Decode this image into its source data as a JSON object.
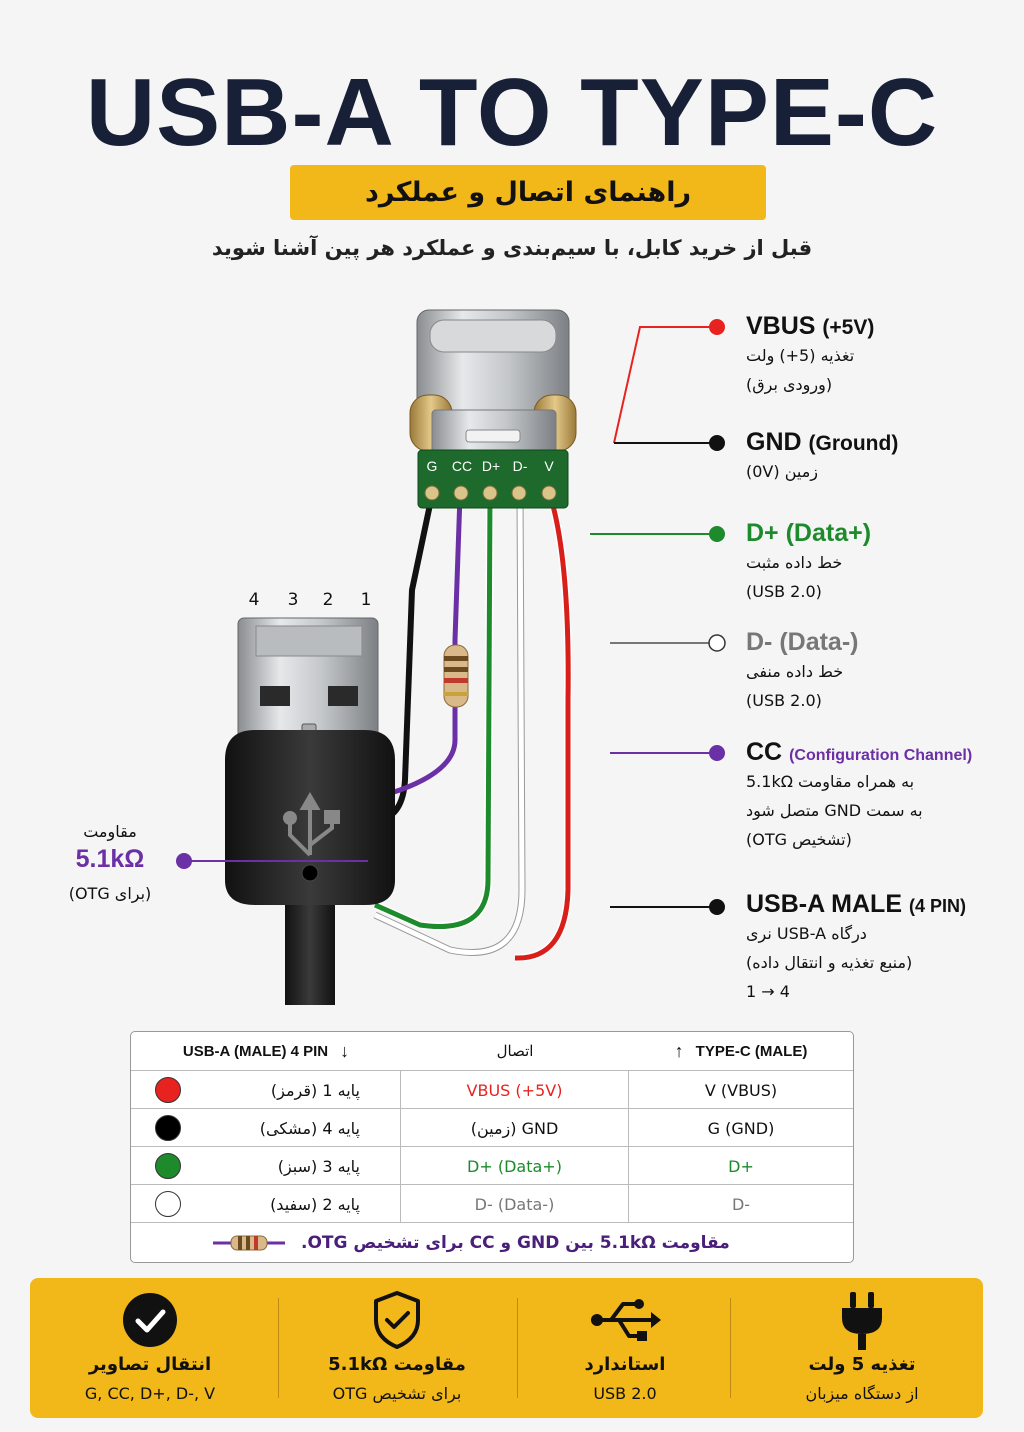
{
  "title": "USB-A TO TYPE-C",
  "subtitle": "راهنمای اتصال و عملکرد",
  "intro": "قبل از خرید کابل، با سیم‌بندی و عملکرد هر پین آشنا شوید",
  "typec_pads": [
    "G",
    "CC",
    "D+",
    "D-",
    "V"
  ],
  "usba_pin_numbers": [
    "4",
    "3",
    "2",
    "1"
  ],
  "pins": [
    {
      "title": "VBUS",
      "suffix": "(+5V)",
      "lines": [
        "تغذیه (5+) ولت",
        "(ورودی برق)"
      ],
      "color": "#e8231f"
    },
    {
      "title": "GND",
      "suffix": "(Ground)",
      "lines": [
        "زمین (0V)"
      ],
      "color": "#111111"
    },
    {
      "title": "D+ (Data+)",
      "suffix": "",
      "lines": [
        "خط داده مثبت",
        "(USB 2.0)"
      ],
      "color": "#1d8a2c"
    },
    {
      "title": "D- (Data-)",
      "suffix": "",
      "lines": [
        "خط داده منفی",
        "(USB 2.0)"
      ],
      "color": "#777777"
    },
    {
      "title": "CC",
      "suffix": "(Configuration Channel)",
      "lines": [
        "به همراه مقاومت 5.1kΩ",
        "به سمت GND متصل شود",
        "(تشخیص OTG)"
      ],
      "color": "#6b2fa6"
    },
    {
      "title": "USB-A MALE",
      "suffix": "(4 PIN)",
      "lines": [
        "درگاه USB-A نری",
        "(منبع تغذیه و انتقال داده)",
        "1 → 4"
      ],
      "color": "#111111"
    }
  ],
  "resistor_callout": {
    "label": "مقاومت",
    "value": "5.1kΩ",
    "note": "(برای OTG)",
    "color": "#6b2fa6"
  },
  "table": {
    "headers": {
      "usba": "USB-A (MALE) 4 PIN",
      "usba_arrow": "↓",
      "connection": "اتصال",
      "typec": "TYPE-C (MALE)",
      "typec_arrow": "↑"
    },
    "rows": [
      {
        "dot": "#e8231f",
        "usba": "پایه 1 (قرمز)",
        "connection": "VBUS (+5V)",
        "connection_color": "#e8231f",
        "typec": "V (VBUS)",
        "typec_color": "#111111"
      },
      {
        "dot": "#000000",
        "usba": "پایه 4 (مشکی)",
        "connection": "GND (زمین)",
        "connection_color": "#111111",
        "typec": "G (GND)",
        "typec_color": "#111111"
      },
      {
        "dot": "#1d8a2c",
        "usba": "پایه 3 (سبز)",
        "connection": "D+ (Data+)",
        "connection_color": "#1d8a2c",
        "typec": "D+",
        "typec_color": "#1d8a2c"
      },
      {
        "dot": "#ffffff",
        "usba": "پایه 2 (سفید)",
        "connection": "D- (Data-)",
        "connection_color": "#777777",
        "typec": "D-",
        "typec_color": "#777777"
      }
    ],
    "note": "مقاومت 5.1kΩ بین GND و CC برای تشخیص OTG.",
    "note_color": "#4a1f7a"
  },
  "features": [
    {
      "icon": "plug-icon",
      "title": "تغذیه 5 ولت",
      "sub": "از دستگاه میزبان"
    },
    {
      "icon": "usb-icon",
      "title": "استاندارد",
      "sub": "USB 2.0"
    },
    {
      "icon": "shield-check-icon",
      "title": "مقاومت 5.1kΩ",
      "sub": "برای تشخیص OTG"
    },
    {
      "icon": "check-circle-icon",
      "title": "انتقال تصاویر",
      "sub": "G, CC, D+, D-, V"
    }
  ]
}
